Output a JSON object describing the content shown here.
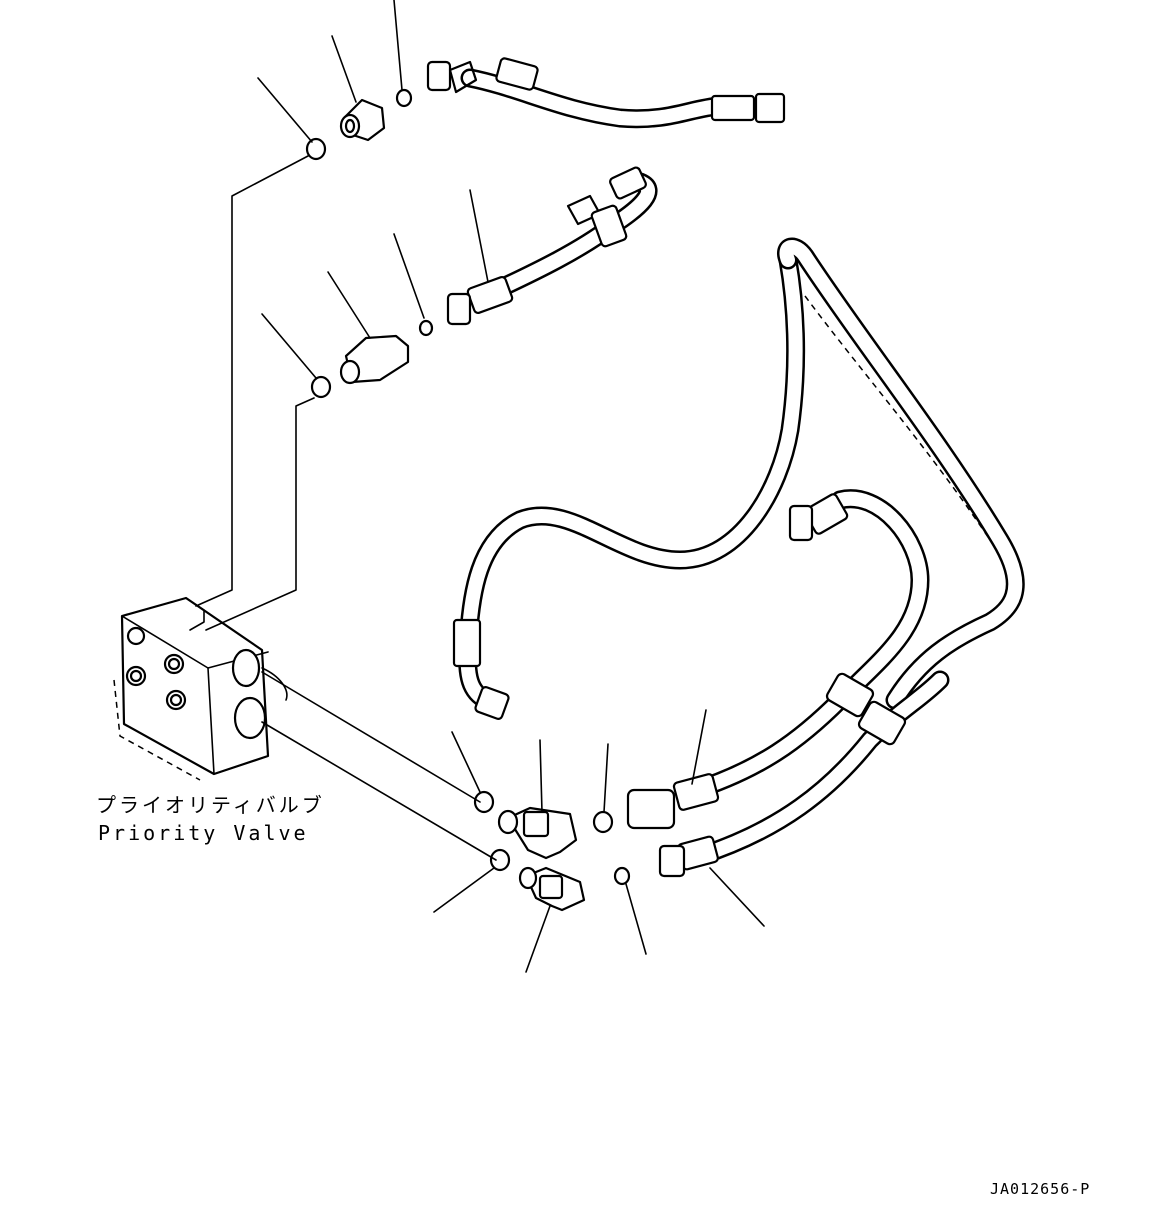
{
  "labels": {
    "priority_valve_jp": "プライオリティバルブ",
    "priority_valve_en": "Priority Valve"
  },
  "drawing_code": "JA012656-P"
}
